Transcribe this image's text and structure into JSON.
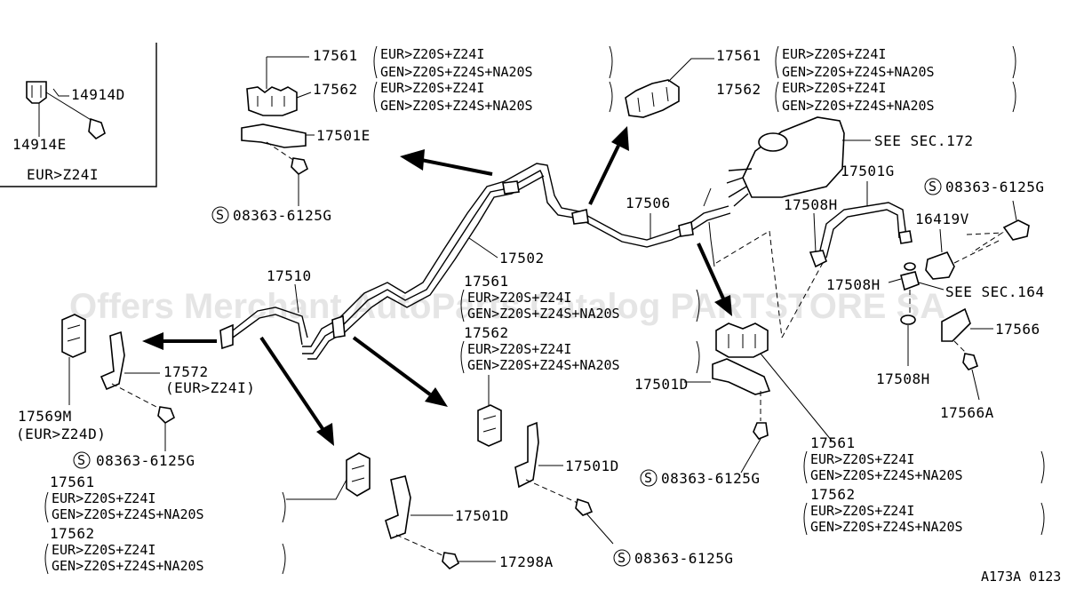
{
  "watermark": "Offers Merchant AutoParts Catalog PARTSTORE SA",
  "diagram_code": "A173A 0123",
  "labels": {
    "p14914D": "14914D",
    "p14914E": "14914E",
    "eur_z24i": "EUR>Z24I",
    "p17561": "17561",
    "p17562": "17562",
    "eur_z20s_z24i": "EUR>Z20S+Z24I",
    "gen_z20s_z24s_na20s": "GEN>Z20S+Z24S+NA20S",
    "p17501E": "17501E",
    "s08363": "08363-6125G",
    "see_sec172": "SEE SEC.172",
    "p17501G": "17501G",
    "p17508H": "17508H",
    "p16419V": "16419V",
    "see_sec164": "SEE SEC.164",
    "p17566": "17566",
    "p17566A": "17566A",
    "p17506": "17506",
    "p17502": "17502",
    "p17510": "17510",
    "p17572": "17572",
    "eur_z24i_paren": "(EUR>Z24I)",
    "p17569M": "17569M",
    "eur_z24d_paren": "(EUR>Z24D)",
    "p17501D": "17501D",
    "p17298A": "17298A",
    "s_mark": "S"
  }
}
